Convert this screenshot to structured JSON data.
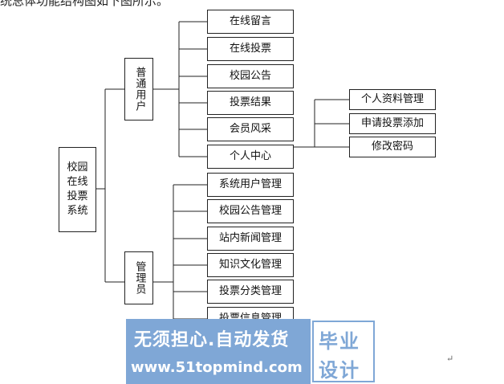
{
  "top_text": "统总体功能结构图如下图所示。",
  "root": "校园在线投票系统",
  "group1": "普通用户",
  "group2": "管理员",
  "group1_items": [
    "在线留言",
    "在线投票",
    "校园公告",
    "投票结果",
    "会员风采",
    "个人中心"
  ],
  "personal_items": [
    "个人资料管理",
    "申请投票添加",
    "修改密码"
  ],
  "group2_items": [
    "系统用户管理",
    "校园公告管理",
    "站内新闻管理",
    "知识文化管理",
    "投票分类管理",
    "投票信息管理"
  ],
  "watermark": {
    "line1": "无须担心.自动发货",
    "line2": "www.51topmind.com",
    "right1": "毕业",
    "right2": "设计"
  },
  "para_mark": "↵"
}
